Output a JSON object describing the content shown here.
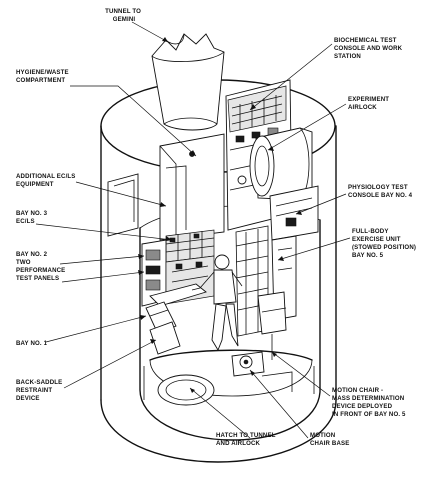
{
  "figure": {
    "labels": {
      "tunnel": [
        "TUNNEL TO",
        "GEMINI"
      ],
      "hygiene": [
        "HYGIENE/WASTE",
        "COMPARTMENT"
      ],
      "additional": [
        "ADDITIONAL EC/LS",
        "EQUIPMENT"
      ],
      "bay3": [
        "BAY NO. 3",
        "EC/LS"
      ],
      "bay2": [
        "BAY NO. 2",
        "TWO",
        "PERFORMANCE",
        "TEST PANELS"
      ],
      "bay1": [
        "BAY NO. 1"
      ],
      "backsaddle": [
        "BACK-SADDLE",
        "RESTRAINT",
        "DEVICE"
      ],
      "hatch": [
        "HATCH TO TUNNEL",
        "AND AIRLOCK"
      ],
      "biochem": [
        "BIOCHEMICAL TEST",
        "CONSOLE AND WORK",
        "STATION"
      ],
      "airlock": [
        "EXPERIMENT",
        "AIRLOCK"
      ],
      "physiology": [
        "PHYSIOLOGY TEST",
        "CONSOLE BAY NO. 4"
      ],
      "exercise": [
        "FULL-BODY",
        "EXERCISE UNIT",
        "(STOWED POSITION)",
        "BAY NO. 5"
      ],
      "motionchair": [
        "MOTION CHAIR -",
        "MASS DETERMINATION",
        "DEVICE DEPLOYED",
        "IN FRONT OF BAY NO. 5"
      ],
      "chairbase": [
        "MOTION",
        "CHAIR BASE"
      ]
    }
  }
}
